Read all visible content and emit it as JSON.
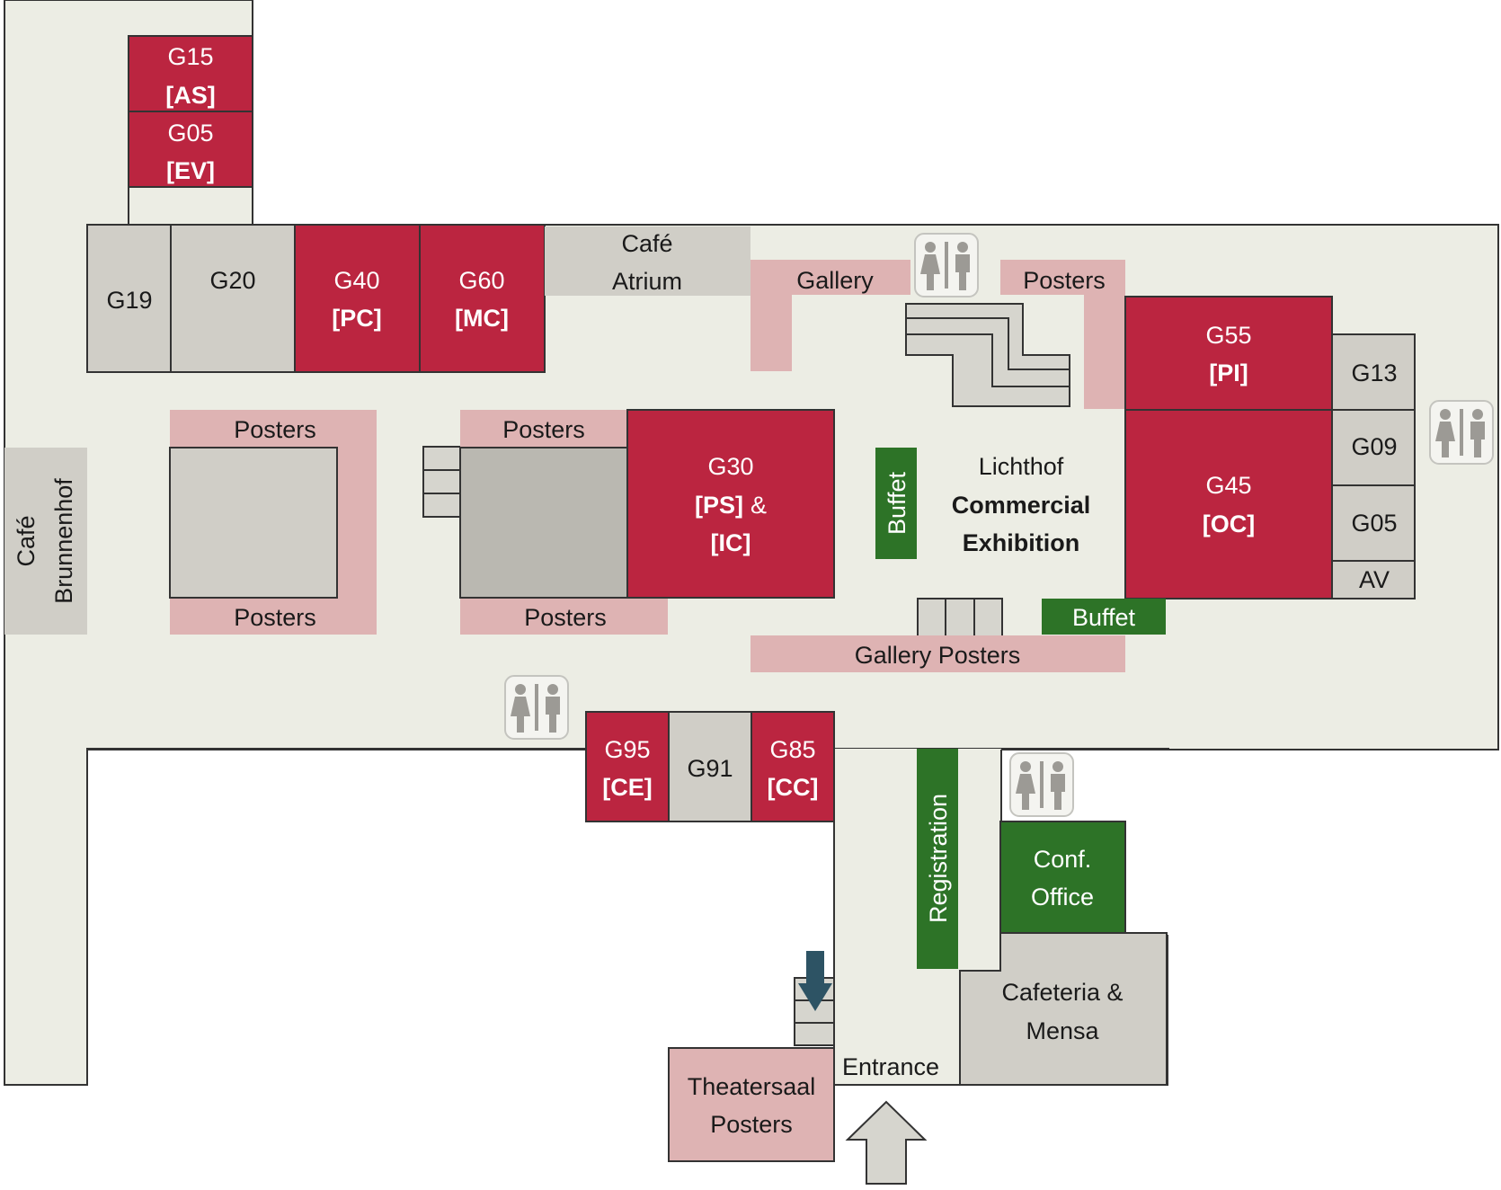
{
  "colors": {
    "floor": "#ecede4",
    "lecture_room": "#bb2540",
    "service_room": "#d0cec7",
    "service_room_dark": "#bab8b1",
    "posters": "#deb3b3",
    "organisation": "#2d7327",
    "stairs": "#d6d5ce",
    "arrow_dark": "#2d5364",
    "outline": "#333333"
  },
  "rooms": {
    "g15": {
      "number": "G15",
      "code": "[AS]"
    },
    "g05_top": {
      "number": "G05",
      "code": "[EV]"
    },
    "g19": {
      "number": "G19"
    },
    "g20": {
      "number": "G20"
    },
    "g40": {
      "number": "G40",
      "code": "[PC]"
    },
    "g60": {
      "number": "G60",
      "code": "[MC]"
    },
    "cafe_atrium": {
      "line1": "Café",
      "line2": "Atrium"
    },
    "g55": {
      "number": "G55",
      "code": "[PI]"
    },
    "g13": {
      "number": "G13"
    },
    "g09": {
      "number": "G09"
    },
    "g45": {
      "number": "G45",
      "code": "[OC]"
    },
    "g05_right": {
      "number": "G05"
    },
    "av": {
      "number": "AV"
    },
    "g30": {
      "number": "G30",
      "code1": "[PS]",
      "amp": "&",
      "code2": "[IC]"
    },
    "g95": {
      "number": "G95",
      "code": "[CE]"
    },
    "g91": {
      "number": "G91"
    },
    "g85": {
      "number": "G85",
      "code": "[CC]"
    },
    "cafe_brunnenhof": {
      "line1": "Café",
      "line2": "Brunnenhof"
    },
    "cafeteria": {
      "line1": "Cafeteria &",
      "line2": "Mensa"
    },
    "theatersaal": {
      "line1": "Theatersaal",
      "line2": "Posters"
    }
  },
  "posters": {
    "gallery_top": "Gallery",
    "posters_top_right": "Posters",
    "block1_top": "Posters",
    "block1_bottom": "Posters",
    "block2_top": "Posters",
    "block2_bottom": "Posters",
    "gallery_posters": "Gallery Posters"
  },
  "organisation": {
    "buffet_left": "Buffet",
    "buffet_right": "Buffet",
    "registration": "Registration",
    "conf_office_line1": "Conf.",
    "conf_office_line2": "Office"
  },
  "lichthof": {
    "line1": "Lichthof",
    "line2": "Commercial",
    "line3": "Exhibition"
  },
  "entrance": "Entrance",
  "icons": {
    "restroom": "restroom-icon",
    "entrance_arrow": "up-arrow-icon",
    "stairs_down_arrow": "down-arrow-icon"
  }
}
